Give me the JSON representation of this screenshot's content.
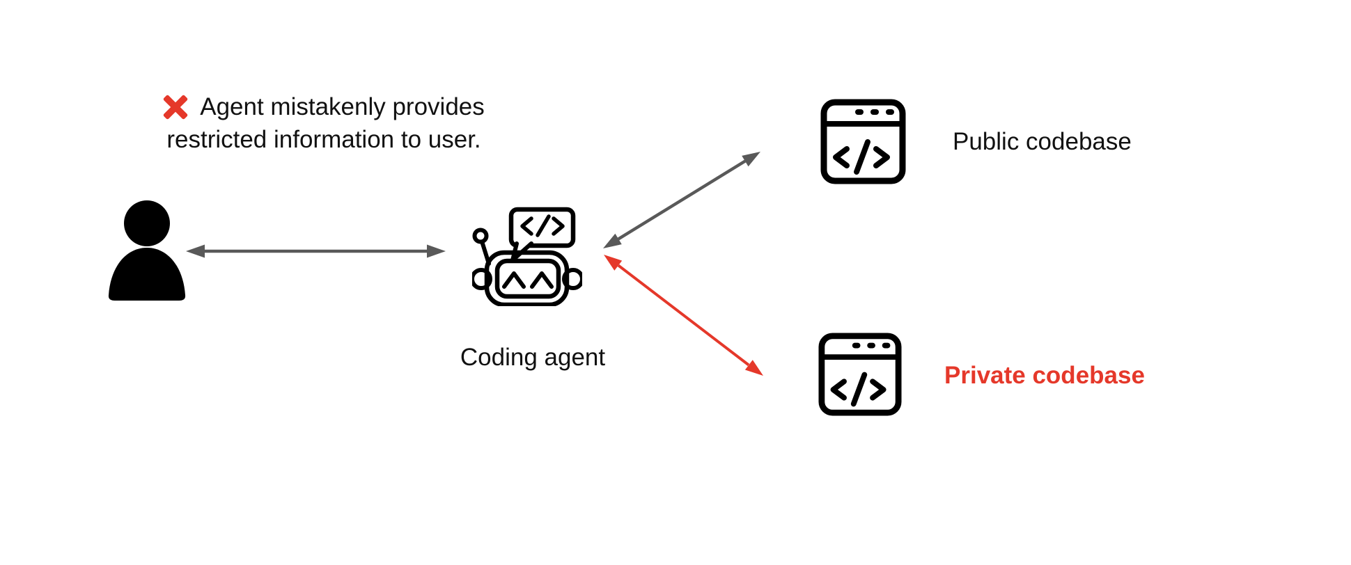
{
  "colors": {
    "red": "#e5382a",
    "arrow-gray": "#595959",
    "ink": "#111111"
  },
  "annotation": {
    "icon": "x-mark",
    "line1": "Agent mistakenly provides",
    "line2": "restricted information to user."
  },
  "nodes": {
    "user": {
      "icon": "person-icon"
    },
    "coding_agent": {
      "icon": "robot-coding-icon",
      "label": "Coding agent"
    },
    "public_codebase": {
      "icon": "code-window-icon",
      "label": "Public codebase"
    },
    "private_codebase": {
      "icon": "code-window-icon",
      "label": "Private codebase",
      "label_color": "#e5382a",
      "label_weight": "bold"
    }
  },
  "arrows": [
    {
      "name": "user-agent-arrow",
      "from": "user",
      "to": "coding-agent",
      "color": "#595959",
      "double_headed": true
    },
    {
      "name": "agent-public-arrow",
      "from": "coding-agent",
      "to": "public-codebase",
      "color": "#595959",
      "double_headed": true
    },
    {
      "name": "agent-private-arrow",
      "from": "coding-agent",
      "to": "private-codebase",
      "color": "#e5382a",
      "double_headed": true
    }
  ]
}
